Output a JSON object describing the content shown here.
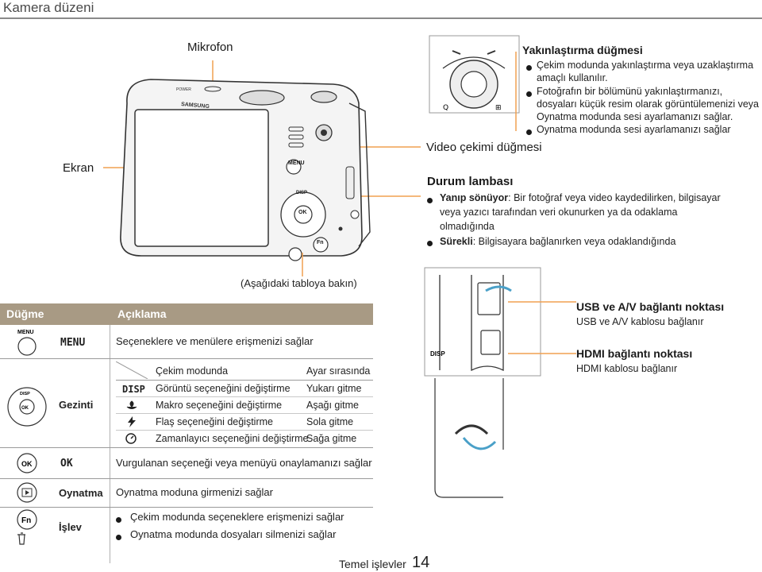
{
  "header": {
    "title": "Kamera düzeni"
  },
  "camera_diagram": {
    "brand": "SAMSUNG",
    "callouts": {
      "mikrofon": "Mikrofon",
      "ekran": "Ekran",
      "video": "Video çekimi düğmesi"
    },
    "button_labels": {
      "menu": "MENU",
      "disp": "DISP",
      "ok": "OK",
      "fn": "Fn",
      "power": "POWER"
    }
  },
  "zoom": {
    "title": "Yakınlaştırma düğmesi",
    "bullets": [
      "Çekim modunda yakınlaştırma veya uzaklaştırma",
      "amaçlı kullanılır.",
      "Fotoğrafın bir bölümünü yakınlaştırmanızı,",
      "dosyaları küçük resim olarak görüntülemenizi veya",
      "Oynatma modunda sesi ayarlamanızı sağlar.",
      "Oynatma modunda sesi ayarlamanızı sağlar"
    ]
  },
  "status_lamp": {
    "title": "Durum lambası",
    "blink_label": "Yanıp sönüyor",
    "blink_text_1": ": Bir fotoğraf veya video kaydedilirken, bilgisayar",
    "blink_text_2": "veya yazıcı tarafından veri okunurken ya da odaklama",
    "blink_text_3": "olmadığında",
    "steady_label": "Sürekli",
    "steady_text": ": Bilgisayara bağlanırken veya odaklandığında"
  },
  "table_note": "(Aşağıdaki tabloya bakın)",
  "table": {
    "col_button": "Düğme",
    "col_desc": "Açıklama",
    "rows": {
      "menu": {
        "label": "MENU",
        "desc": "Seçeneklere ve menülere erişmenizi sağlar"
      },
      "nav": {
        "label": "Gezinti",
        "sub_header_left": "Çekim modunda",
        "sub_header_right": "Ayar sırasında",
        "items": [
          {
            "icon": "DISP",
            "left": "Görüntü seçeneğini değiştirme",
            "right": "Yukarı gitme"
          },
          {
            "icon": "macro-icon",
            "left": "Makro seçeneğini değiştirme",
            "right": "Aşağı gitme"
          },
          {
            "icon": "flash-icon",
            "left": "Flaş seçeneğini değiştirme",
            "right": "Sola gitme"
          },
          {
            "icon": "timer-icon",
            "left": "Zamanlayıcı seçeneğini değiştirme",
            "right": "Sağa gitme"
          }
        ]
      },
      "ok": {
        "label": "OK",
        "desc": "Vurgulanan seçeneği veya menüyü onaylamanızı sağlar"
      },
      "play": {
        "label": "Oynatma",
        "desc": "Oynatma moduna girmenizi sağlar"
      },
      "fn": {
        "label": "İşlev",
        "bullets": [
          "Çekim modunda seçeneklere erişmenizi sağlar",
          "Oynatma modunda dosyaları silmenizi sağlar"
        ]
      }
    }
  },
  "ports": {
    "usb_title": "USB ve A/V bağlantı noktası",
    "usb_desc": "USB ve A/V kablosu bağlanır",
    "hdmi_title": "HDMI bağlantı noktası",
    "hdmi_desc": "HDMI kablosu bağlanır",
    "side_label": "DISP"
  },
  "footer": {
    "section": "Temel işlevler",
    "page": "14"
  }
}
